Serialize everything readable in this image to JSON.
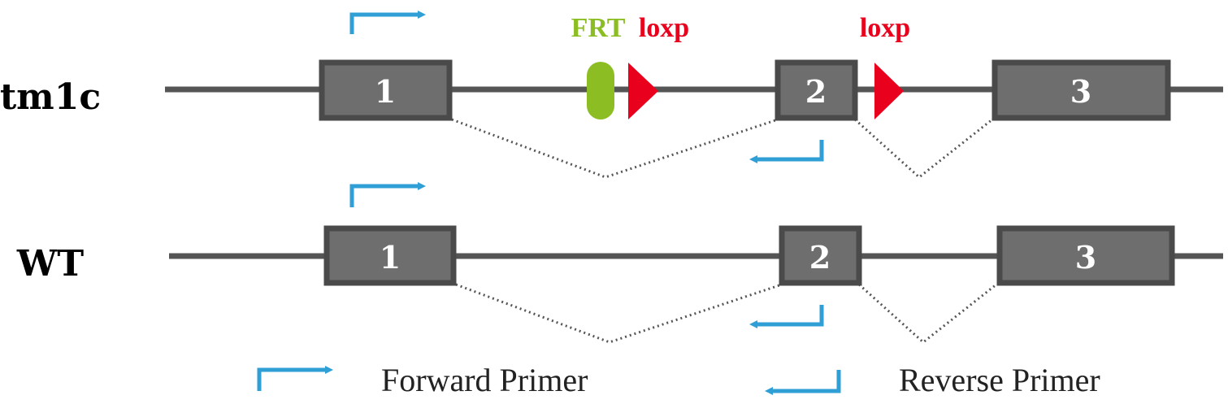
{
  "colors": {
    "line": "#555555",
    "exon_fill": "#6e6e6e",
    "exon_border": "#4a4a4a",
    "exon_text": "#ffffff",
    "frt": "#8cbe24",
    "loxp": "#e8001c",
    "primer": "#2f9fd6",
    "splice": "#555555",
    "label": "#000000",
    "legend_text": "#222222"
  },
  "rows": [
    {
      "label": "tm1c",
      "exons": [
        "1",
        "2",
        "3"
      ],
      "features": [
        {
          "type": "frt",
          "label": "FRT"
        },
        {
          "type": "loxp",
          "label": "loxp"
        },
        {
          "type": "loxp",
          "label": "loxp"
        }
      ]
    },
    {
      "label": "WT",
      "exons": [
        "1",
        "2",
        "3"
      ],
      "features": []
    }
  ],
  "legend": {
    "forward_label": "Forward Primer",
    "reverse_label": "Reverse Primer"
  }
}
